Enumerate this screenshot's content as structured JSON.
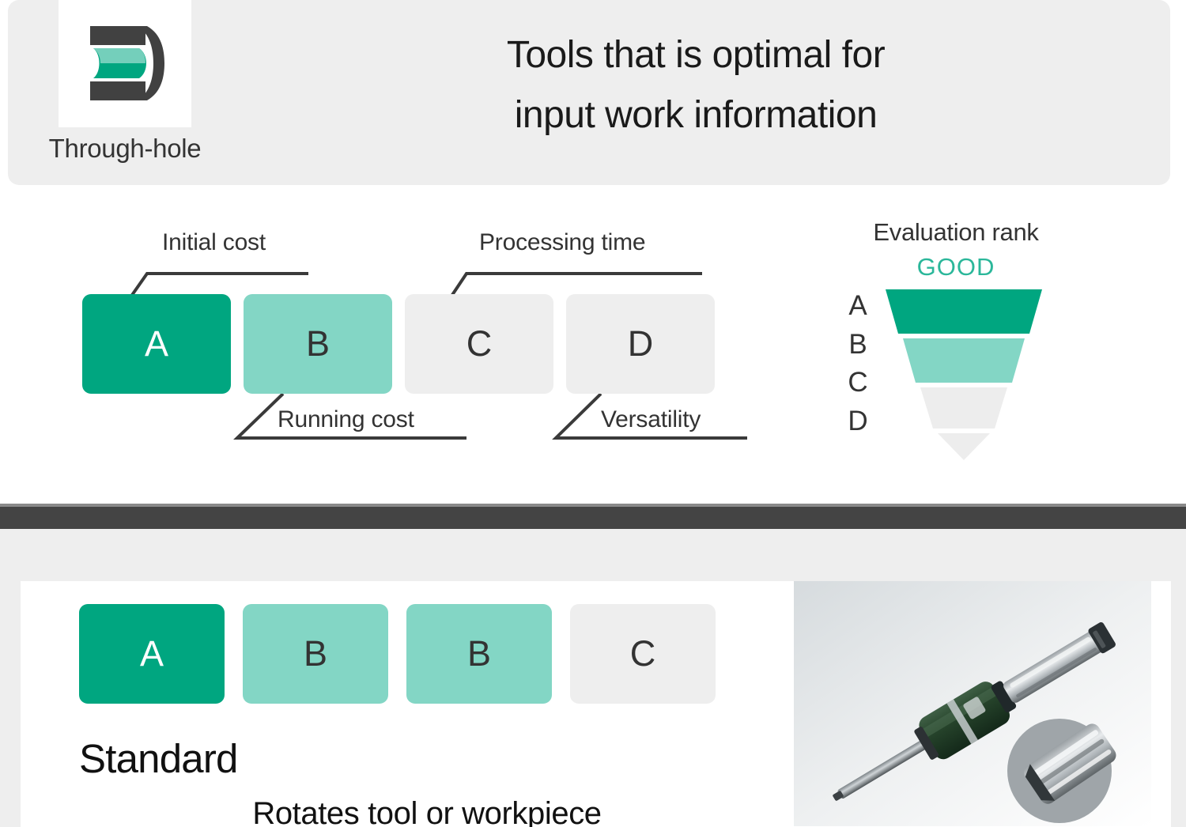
{
  "header": {
    "icon_name": "through-hole-icon",
    "workpiece_label": "Through-hole",
    "title_line1": "Tools that is optimal for",
    "title_line2": "input work information"
  },
  "criteria": {
    "grades": [
      {
        "letter": "A",
        "callout": "Initial cost",
        "callout_position": "top"
      },
      {
        "letter": "B",
        "callout": "Running cost",
        "callout_position": "bottom"
      },
      {
        "letter": "C",
        "callout": "Processing time",
        "callout_position": "top"
      },
      {
        "letter": "D",
        "callout": "Versatility",
        "callout_position": "bottom"
      }
    ]
  },
  "evaluation_rank": {
    "title": "Evaluation rank",
    "good_label": "GOOD",
    "letters": [
      "A",
      "B",
      "C",
      "D"
    ]
  },
  "tool_detail": {
    "grades": [
      "A",
      "B",
      "B",
      "C"
    ],
    "name": "Standard",
    "description": "Rotates tool or workpiece",
    "photo_name": "reamer-tool-photo"
  },
  "colors": {
    "grade_a": "#00a680",
    "grade_b": "#83d6c5",
    "grade_c": "#eeeeee",
    "grade_d": "#eeeeee",
    "good_text": "#2bb79a",
    "divider": "#444444",
    "panel_bg": "#eeeeee",
    "text": "#333333"
  },
  "chart_data": {
    "type": "bar",
    "title": "Evaluation rank",
    "categories": [
      "A",
      "B",
      "C",
      "D"
    ],
    "values": [
      4,
      3,
      2,
      1
    ],
    "series": [
      {
        "name": "funnel-width",
        "values": [
          4,
          3,
          2,
          1
        ]
      }
    ],
    "annotations": [
      "GOOD"
    ],
    "xlabel": "",
    "ylabel": "",
    "legend": "none",
    "grid": false
  }
}
